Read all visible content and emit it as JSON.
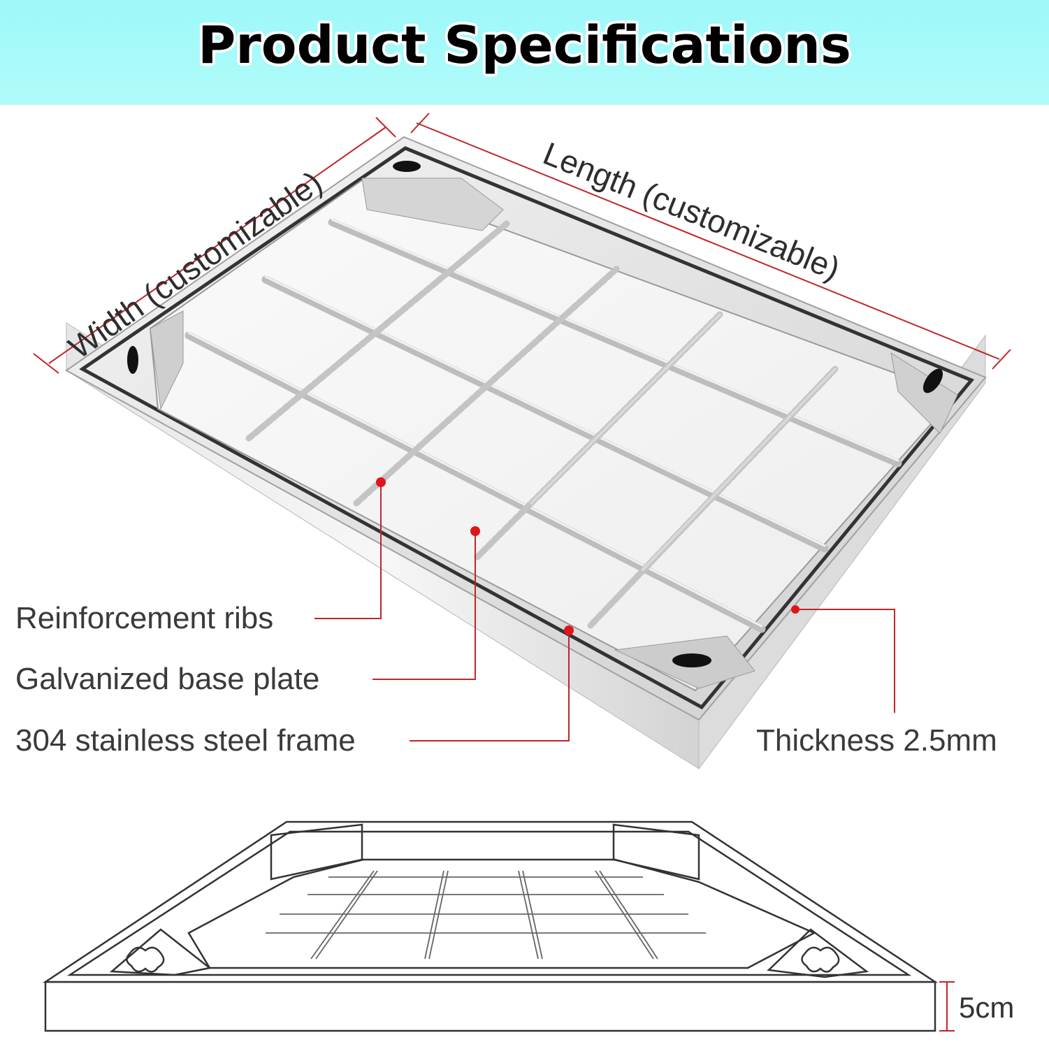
{
  "header": {
    "title": "Product Specifications"
  },
  "dimensions": {
    "width": "Width (customizable)",
    "length": "Length (customizable)",
    "height": "5cm"
  },
  "callouts": {
    "ribs": "Reinforcement ribs",
    "base_plate": "Galvanized base plate",
    "frame": "304 stainless steel frame",
    "thickness": "Thickness 2.5mm"
  },
  "colors": {
    "header_bg": "#a8fafa",
    "callout_line": "#c0262b",
    "callout_dot": "#e0141b",
    "metal": "#d9d9d9"
  }
}
